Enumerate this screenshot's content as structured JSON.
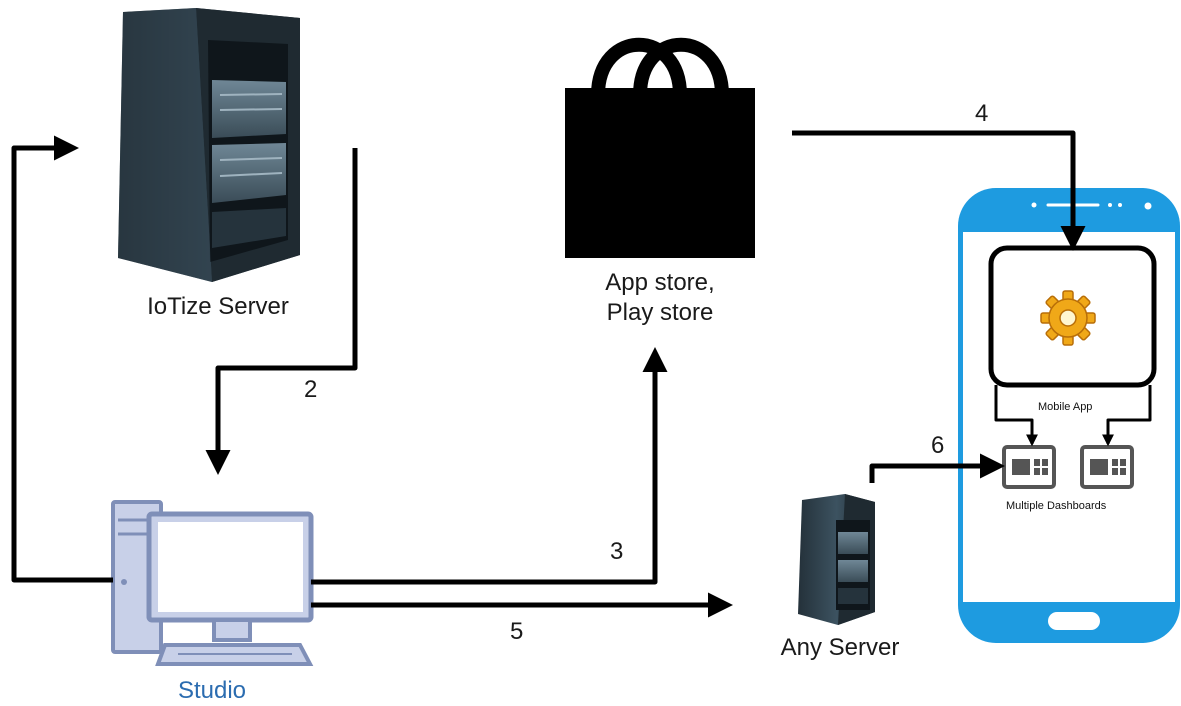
{
  "nodes": {
    "iotize_server": "IoTize Server",
    "store": [
      "App store,",
      "Play store"
    ],
    "studio": "Studio",
    "any_server": "Any Server",
    "mobile_app": "Mobile App",
    "dashboards": "Multiple Dashboards"
  },
  "steps": {
    "s2": "2",
    "s3": "3",
    "s4": "4",
    "s5": "5",
    "s6": "6"
  },
  "colors": {
    "phone_body": "#1e9be0",
    "studio_label": "#2b6cb0",
    "monitor_stroke": "#7f8fb8",
    "monitor_fill": "#c8d0e8",
    "gear": "#f0a818"
  },
  "icons": [
    "server-rack-icon",
    "shopping-bag-icon",
    "desktop-computer-icon",
    "smartphone-icon",
    "gear-icon",
    "dashboard-icon"
  ]
}
